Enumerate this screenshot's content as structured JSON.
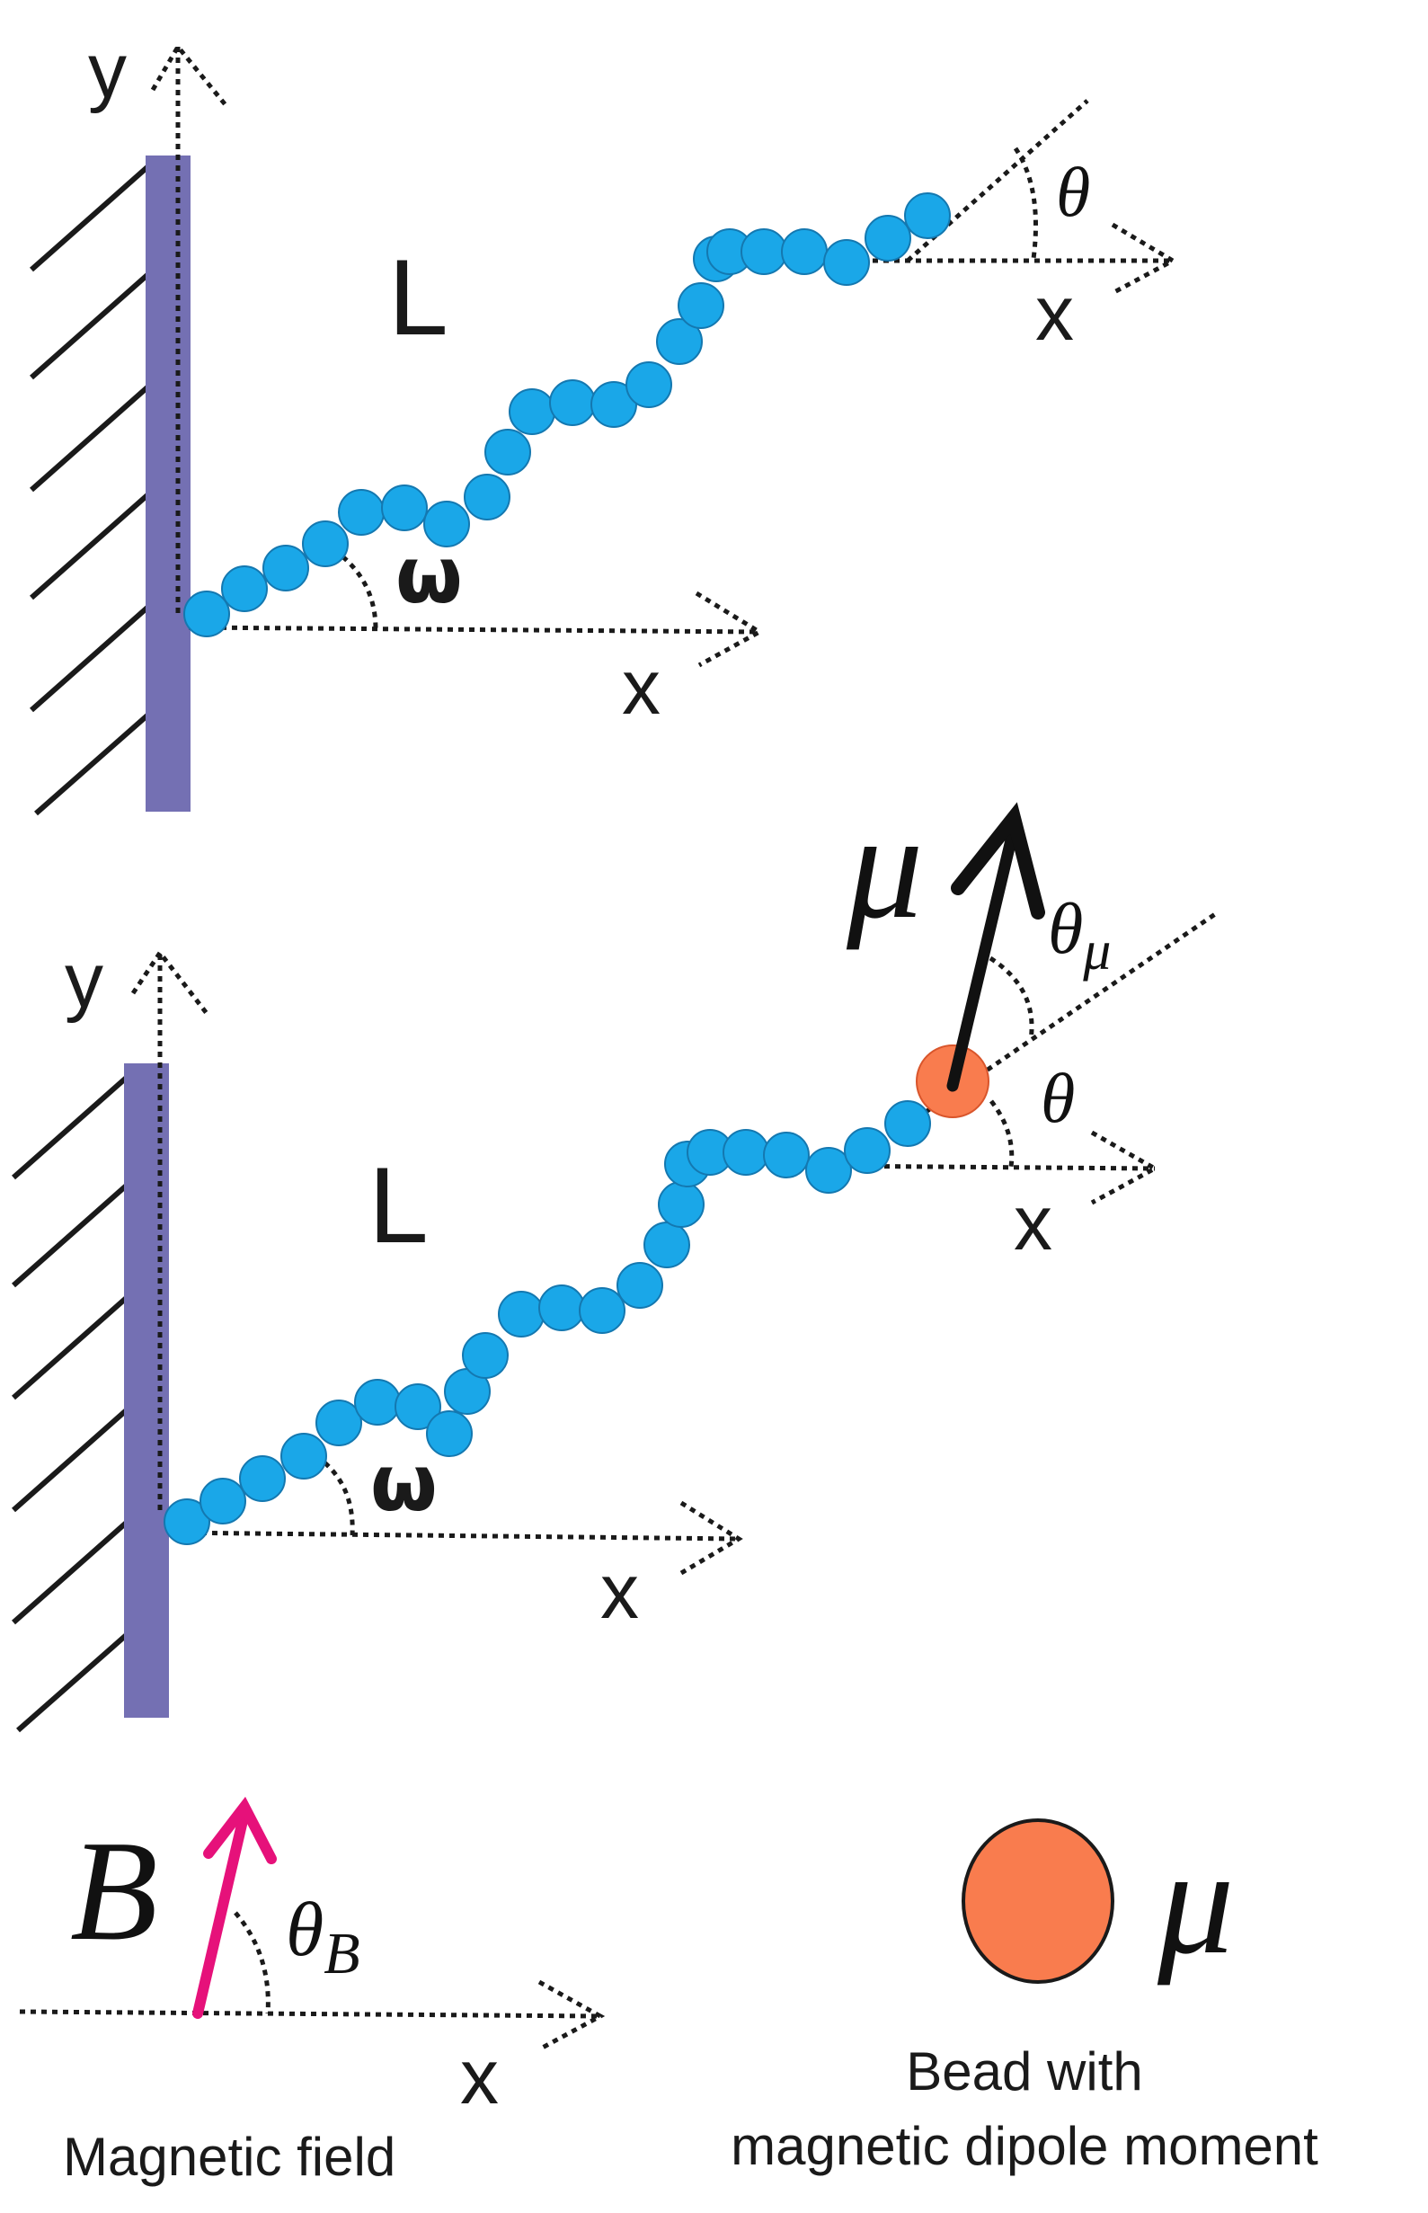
{
  "panel_top": {
    "y_axis_label": "y",
    "x_axis_label": "x",
    "tip_x_label": "x",
    "length_label": "L",
    "base_angle_label": "ω",
    "tip_angle_label": "θ"
  },
  "panel_bottom": {
    "y_axis_label": "y",
    "x_axis_label": "x",
    "tip_x_label": "x",
    "length_label": "L",
    "base_angle_label": "ω",
    "tip_angle_label": "θ",
    "dipole_symbol": "μ",
    "dipole_angle_symbol": "θ",
    "dipole_angle_subscript": "μ"
  },
  "legend": {
    "field_symbol": "B",
    "field_angle_symbol": "θ",
    "field_angle_subscript": "B",
    "field_x_label": "x",
    "field_caption": "Magnetic field",
    "bead_symbol": "μ",
    "bead_caption_line1": "Bead with",
    "bead_caption_line2": "magnetic dipole moment"
  },
  "colors": {
    "wall": "#7470b3",
    "chain_bead": "#1aa7e8",
    "magnetic_bead": "#f97c4e",
    "field_arrow": "#e6117a",
    "ink": "#1a1a1a"
  }
}
